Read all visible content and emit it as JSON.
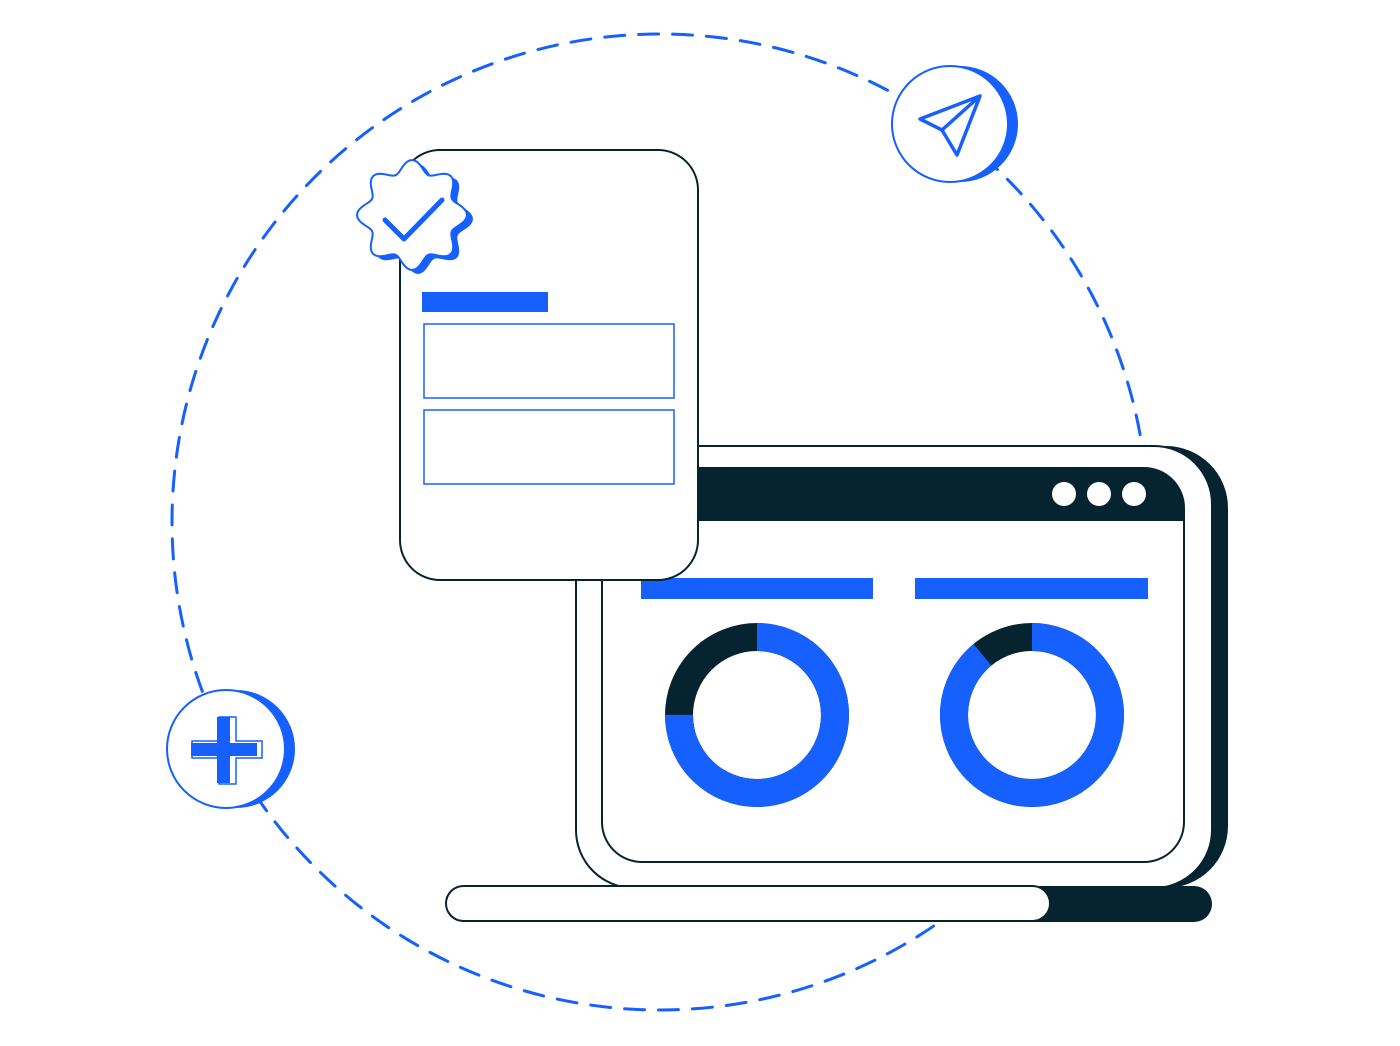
{
  "colors": {
    "accent": "#1560FF",
    "dark": "#062330",
    "background": "#FFFFFF"
  },
  "icons": {
    "orbit": "dashed-orbit-circle",
    "send": "send-icon",
    "add": "plus-icon",
    "verified": "verified-badge-icon",
    "window_controls": "window-dots-icon"
  },
  "form_card": {
    "field_count": 2
  },
  "laptop": {
    "window_dot_count": 3,
    "donut_charts": [
      {
        "filled_fraction": 0.75
      },
      {
        "filled_fraction": 0.89
      }
    ]
  }
}
